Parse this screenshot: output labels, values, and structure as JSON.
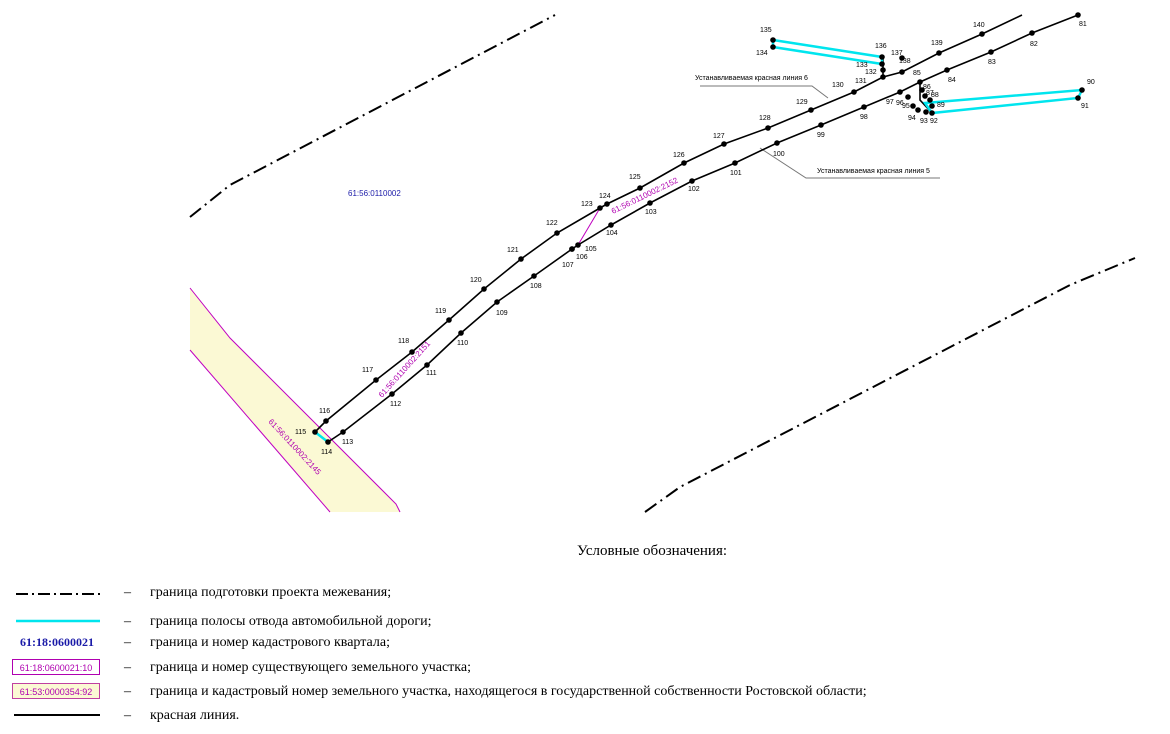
{
  "map": {
    "quarter_label": "61:56:0110002",
    "parcel_labels": [
      "61:56:0110002:2152",
      "61:56:0110002:2151",
      "61:56:0110002:2145"
    ],
    "callout_5": "Устанавливаемая красная линия 5",
    "callout_6": "Устанавливаемая красная линия 6",
    "colors": {
      "red_line": "#000000",
      "road_strip": "#00e5ee",
      "parcel": "#b000b0",
      "state_fill": "#fbf9d4",
      "quarter": "#1a1aa8"
    }
  },
  "legend": {
    "title": "Условные обозначения:",
    "dash": "–",
    "items": [
      {
        "symbol": "dash-dot-line",
        "text": "граница подготовки проекта межевания;"
      },
      {
        "symbol": "cyan-line",
        "text": "граница полосы отвода автомобильной дороги;"
      },
      {
        "symbol": "quarter-number",
        "sample": "61:18:0600021",
        "text": "граница и номер кадастрового квартала;"
      },
      {
        "symbol": "parcel-box",
        "sample": "61:18:0600021:10",
        "text": "граница и номер существующего земельного участка;"
      },
      {
        "symbol": "state-parcel-box",
        "sample": "61:53:0000354:92",
        "text": "граница и кадастровый номер земельного участка, находящегося в государственной собственности Ростовской области;"
      },
      {
        "symbol": "solid-line",
        "text": "красная линия."
      }
    ]
  }
}
